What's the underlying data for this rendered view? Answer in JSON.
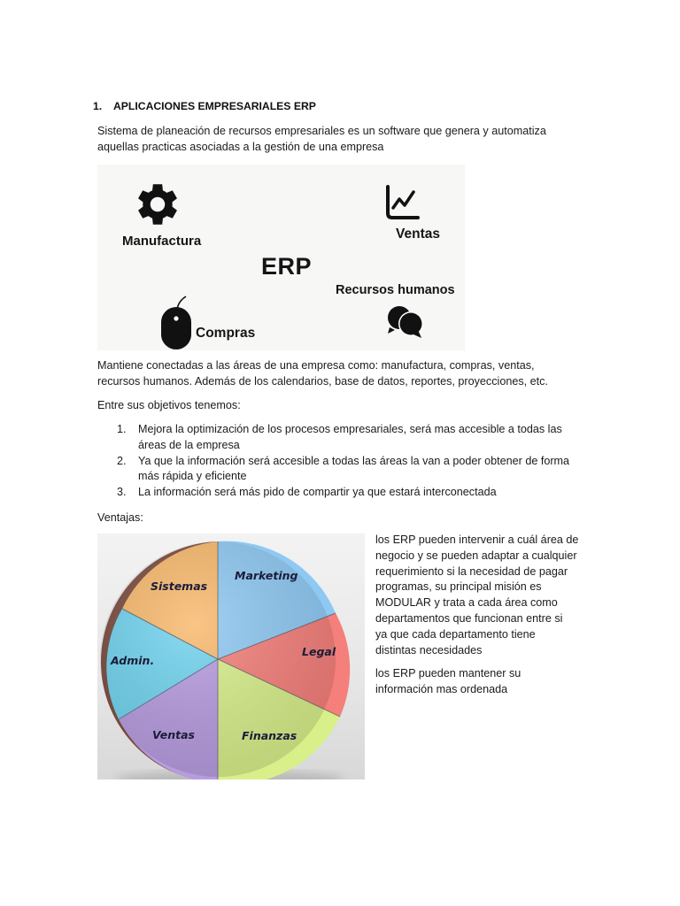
{
  "section": {
    "number": "1.",
    "title": "APLICACIONES EMPRESARIALES ERP"
  },
  "intro": {
    "line1": "Sistema de planeación de recursos empresariales es un software que genera y automatiza",
    "line2": "aquellas practicas asociadas a la gestión de una empresa"
  },
  "erp_figure": {
    "center_label": "ERP",
    "modules": [
      {
        "label": "Manufactura",
        "icon": "gear-icon"
      },
      {
        "label": "Ventas",
        "icon": "line-chart-icon"
      },
      {
        "label": "Recursos humanos",
        "icon": "chat-bubbles-icon"
      },
      {
        "label": "Compras",
        "icon": "mouse-icon"
      }
    ]
  },
  "connected": {
    "line1": "Mantiene conectadas a las áreas de una empresa como: manufactura, compras, ventas,",
    "line2": "recursos humanos. Además de los calendarios, base de datos, reportes, proyecciones, etc."
  },
  "objectives": {
    "heading": "Entre sus objetivos tenemos:",
    "items": [
      {
        "n": "1.",
        "line1": "Mejora la optimización de los procesos empresariales, será mas accesible a todas las",
        "line2": "áreas de la empresa"
      },
      {
        "n": "2.",
        "line1": "Ya que la información será accesible a todas las áreas la van a poder obtener de forma",
        "line2": "más rápida y eficiente"
      },
      {
        "n": "3.",
        "line1": "La información será más pido de compartir ya que estará interconectada",
        "line2": ""
      }
    ]
  },
  "advantages": {
    "heading": "Ventajas:",
    "paragraph1": [
      "los ERP pueden intervenir a cuál área de",
      "negocio y se pueden adaptar a cualquier",
      "requerimiento si la necesidad de pagar",
      "programas, su principal misión es",
      "MODULAR y trata a cada área como",
      "departamentos que funcionan entre si",
      "ya que cada departamento tiene",
      "distintas necesidades"
    ],
    "paragraph2": [
      "los ERP pueden mantener su",
      "información mas ordenada"
    ]
  },
  "chart_data": {
    "type": "pie",
    "title": "",
    "categories": [
      "Marketing",
      "Legal",
      "Finanzas",
      "Ventas",
      "Admin.",
      "Sistemas"
    ],
    "values": [
      1,
      1,
      1,
      1,
      1,
      1
    ],
    "colors": [
      "#8ec9f3",
      "#f57f7a",
      "#d8ef8a",
      "#b79ce0",
      "#6fd3ee",
      "#f8b86b"
    ],
    "legend": "none, labels inside slices"
  }
}
